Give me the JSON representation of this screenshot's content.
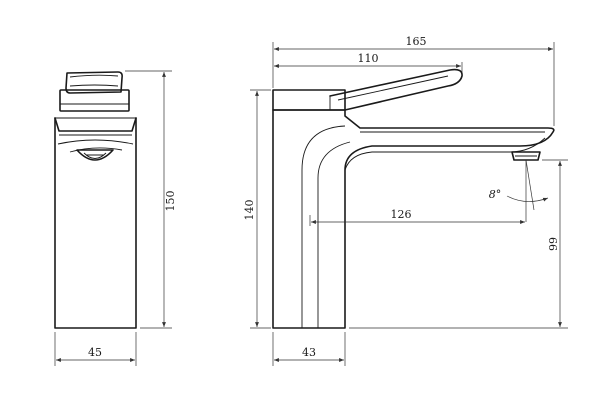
{
  "drawing": {
    "line_color": "#1a1a1a",
    "background": "#ffffff",
    "dimensions": {
      "side_height": "150",
      "side_width": "45",
      "overall_length": "165",
      "handle_length": "110",
      "body_height": "140",
      "spout_reach": "126",
      "outlet_height": "99",
      "body_width": "43",
      "outlet_angle": "8°"
    }
  }
}
